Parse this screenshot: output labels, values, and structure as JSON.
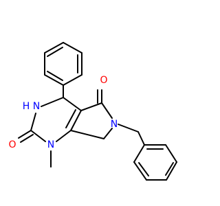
{
  "molecule": {
    "atoms": {
      "o_top": {
        "symbol": "O",
        "color": "#ff0000"
      },
      "o_left": {
        "symbol": "O",
        "color": "#ff0000"
      },
      "nh": {
        "symbol": "H",
        "color": "#0000ff"
      },
      "nh_n": {
        "symbol": "N",
        "color": "#0000ff"
      },
      "n1": {
        "symbol": "N",
        "color": "#0000ff"
      },
      "n6": {
        "symbol": "N",
        "color": "#0000ff"
      }
    },
    "bond_color": "#000000"
  }
}
